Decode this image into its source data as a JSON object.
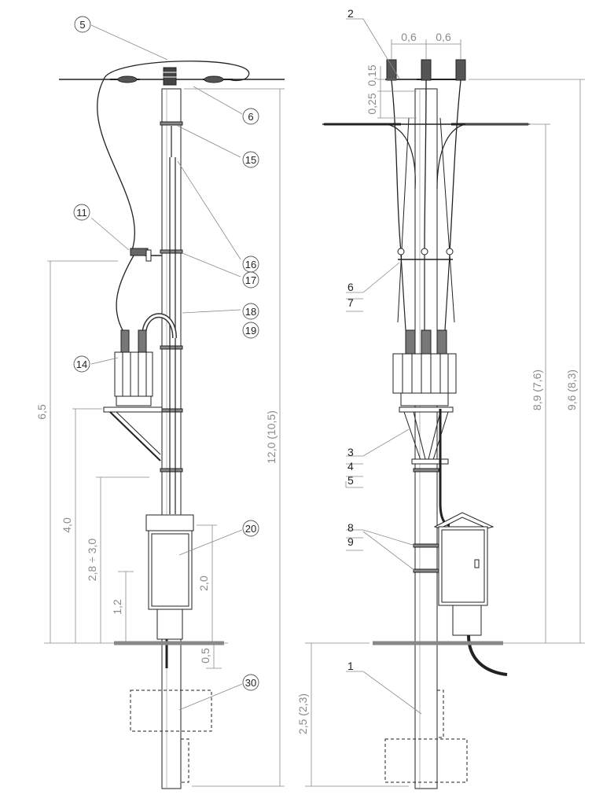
{
  "callouts": {
    "c5": "5",
    "c6": "6",
    "c15": "15",
    "c16": "16",
    "c17": "17",
    "c18": "18",
    "c19": "19",
    "c11": "11",
    "c14": "14",
    "c20": "20",
    "c30": "30"
  },
  "dims_left": {
    "d65": "6,5",
    "d40": "4,0",
    "d2830": "2,8 ÷ 3,0",
    "d12": "1,2",
    "d20": "2,0",
    "d05": "0,5",
    "d12010": "12,0 (10,5)",
    "d2523": "2,5 (2,3)"
  },
  "dims_right": {
    "d06a": "0,6",
    "d06b": "0,6",
    "d015": "0,15",
    "d025": "0,25",
    "d8976": "8,9 (7,6)",
    "d9683": "9,6 (8,3)"
  },
  "labels_right": {
    "l2": "2",
    "l6": "6",
    "l7": "7",
    "l3": "3",
    "l4": "4",
    "l5": "5",
    "l8": "8",
    "l9": "9",
    "l1": "1"
  }
}
